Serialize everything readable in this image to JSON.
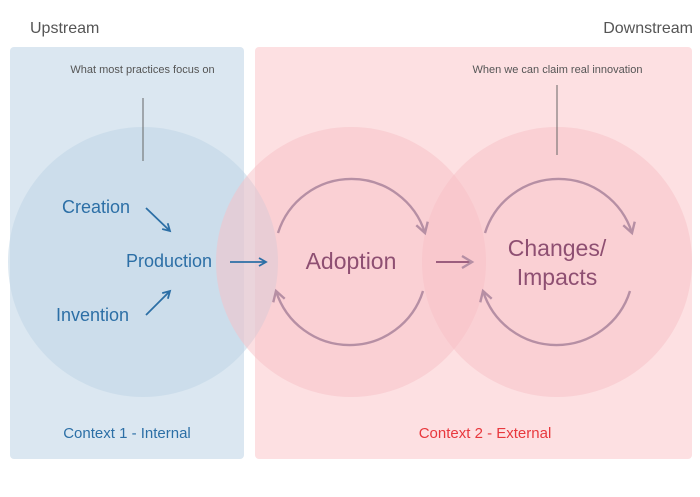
{
  "labels": {
    "upstream": "Upstream",
    "downstream": "Downstream"
  },
  "notes": {
    "practices": "What most practices focus on",
    "innovation": "When we can claim real innovation"
  },
  "terms": {
    "creation": "Creation",
    "production": "Production",
    "invention": "Invention",
    "adoption": "Adoption",
    "changes": "Changes/ Impacts"
  },
  "contexts": {
    "internal": "Context 1 - Internal",
    "external": "Context 2 - External"
  },
  "colors": {
    "internal_panel": "#dbe7f1",
    "external_panel": "#fde0e2",
    "blue_text": "#2c6fa6",
    "red_text": "#e8383d",
    "purple_text": "#8e4f72",
    "cycle_arrow": "#b68fa4"
  }
}
